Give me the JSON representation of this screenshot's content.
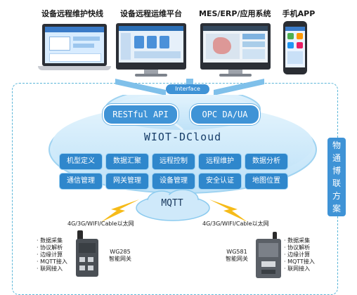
{
  "devices": [
    {
      "title": "设备远程维护快线"
    },
    {
      "title": "设备远程运维平台"
    },
    {
      "title": "MES/ERP/应用系统"
    },
    {
      "title": "手机APP"
    }
  ],
  "interface_label": "Interface",
  "apis": [
    "RESTful API",
    "OPC DA/UA"
  ],
  "cloud_title": "WIOT-DCloud",
  "modules": [
    "机型定义",
    "数据汇聚",
    "远程控制",
    "远程维护",
    "数据分析",
    "通信管理",
    "网关管理",
    "设备管理",
    "安全认证",
    "地图位置"
  ],
  "mqtt_label": "MQTT",
  "side_label": [
    "物",
    "通",
    "博",
    "联",
    "方",
    "案"
  ],
  "link_left": "4G/3G/WIFI/Cable以太网",
  "link_right": "4G/3G/WIFI/Cable以太网",
  "gateways": [
    {
      "model": "WG285",
      "name": "智能网关"
    },
    {
      "model": "WG581",
      "name": "智能网关"
    }
  ],
  "features_left": [
    "· 数据采集",
    "· 协议解析",
    "· 边缘计算",
    "· MQTT接入",
    "· 联网接入"
  ],
  "features_right": [
    "· 数据采集",
    "· 协议解析",
    "· 边缘计算",
    "· MQTT接入",
    "· 联网接入"
  ],
  "colors": {
    "accent": "#3f93d6",
    "dash": "#5bb6d8",
    "cloud": "#cfe9fa",
    "bolt": "#f5b400"
  }
}
